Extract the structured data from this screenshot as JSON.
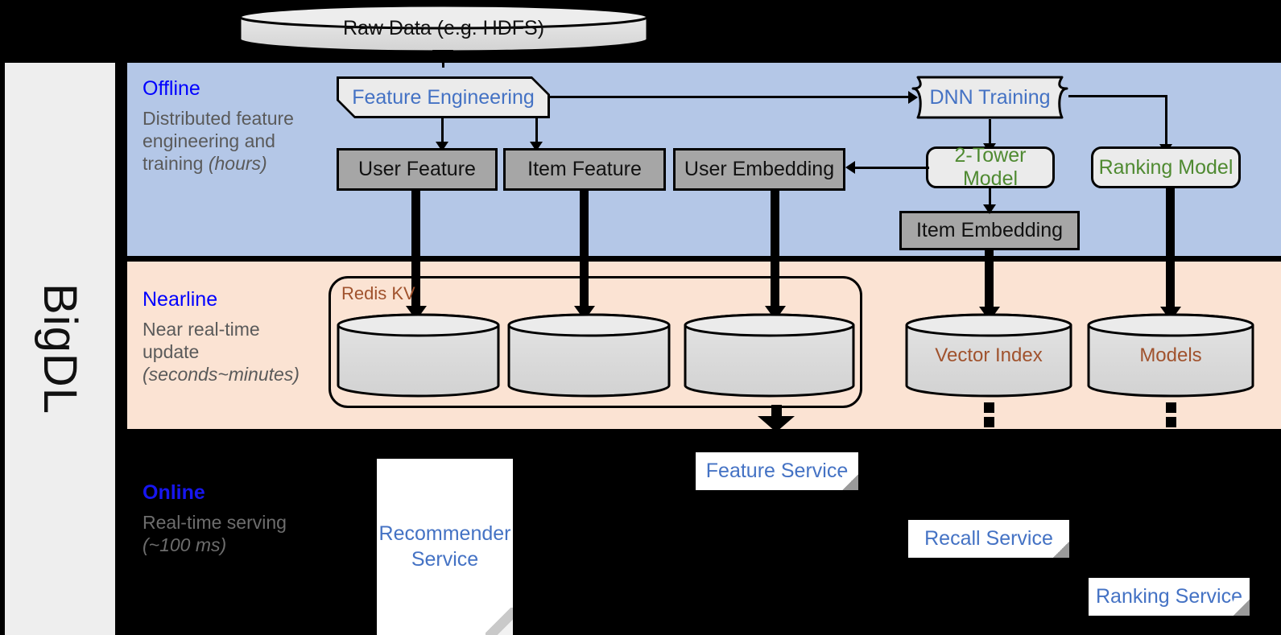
{
  "sidebar": {
    "label": "BigDL"
  },
  "bands": {
    "offline": {
      "title": "Offline",
      "desc_line1": "Distributed feature engineering and training ",
      "desc_italic": "(hours)",
      "bg": "#b4c7e7"
    },
    "nearline": {
      "title": "Nearline",
      "desc_line1": "Near real-time update ",
      "desc_italic": "(seconds~minutes)",
      "bg": "#fbe3d3"
    },
    "online": {
      "title": "Online",
      "desc_line1": "Real-time serving ",
      "desc_italic": "(~100 ms)",
      "bg": "#000000"
    }
  },
  "source": {
    "raw_data": "Raw Data (e.g. HDFS)"
  },
  "offline": {
    "feature_engineering": "Feature Engineering",
    "dnn_training": "DNN Training",
    "user_feature": "User Feature",
    "item_feature": "Item Feature",
    "user_embedding": "User Embedding",
    "item_embedding": "Item Embedding",
    "two_tower_model": "2-Tower Model",
    "ranking_model": "Ranking Model"
  },
  "nearline": {
    "redis_kv": "Redis KV",
    "stores": [
      "",
      "",
      ""
    ],
    "vector_index": "Vector Index",
    "models": "Models"
  },
  "online": {
    "recommender_service": "Recommender Service",
    "feature_service": "Feature Service",
    "recall_service": "Recall Service",
    "ranking_service": "Ranking Service"
  },
  "colors": {
    "band_offline": "#b4c7e7",
    "band_nearline": "#fbe3d3",
    "band_online": "#000000",
    "sidebar": "#eeeeee",
    "title_blue": "#0000ff",
    "text_blue": "#4472c4",
    "text_green": "#4f8a31",
    "text_brown": "#a0522d",
    "grey_box": "#a6a6a6",
    "proc_box": "#ebebeb"
  }
}
